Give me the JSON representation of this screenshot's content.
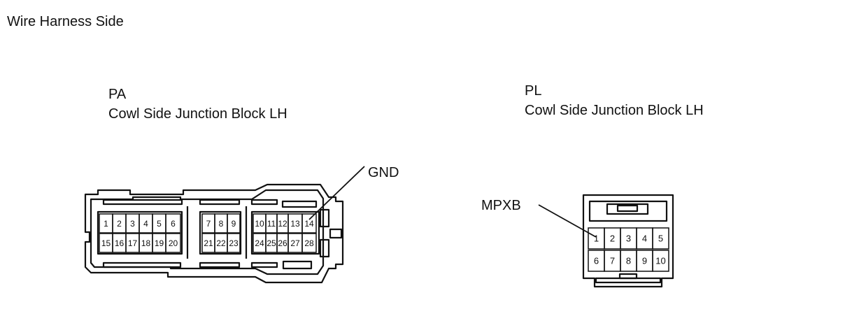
{
  "title": "Wire Harness Side",
  "connectors": [
    {
      "code": "PA",
      "name": "Cowl Side Junction Block LH",
      "callout": "GND",
      "pin_rows": [
        [
          "1",
          "2",
          "3",
          "4",
          "5",
          "6",
          "7",
          "8",
          "9",
          "10",
          "11",
          "12",
          "13",
          "14"
        ],
        [
          "15",
          "16",
          "17",
          "18",
          "19",
          "20",
          "21",
          "22",
          "23",
          "24",
          "25",
          "26",
          "27",
          "28"
        ]
      ]
    },
    {
      "code": "PL",
      "name": "Cowl Side Junction Block LH",
      "callout": "MPXB",
      "pin_rows": [
        [
          "1",
          "2",
          "3",
          "4",
          "5"
        ],
        [
          "6",
          "7",
          "8",
          "9",
          "10"
        ]
      ]
    }
  ]
}
